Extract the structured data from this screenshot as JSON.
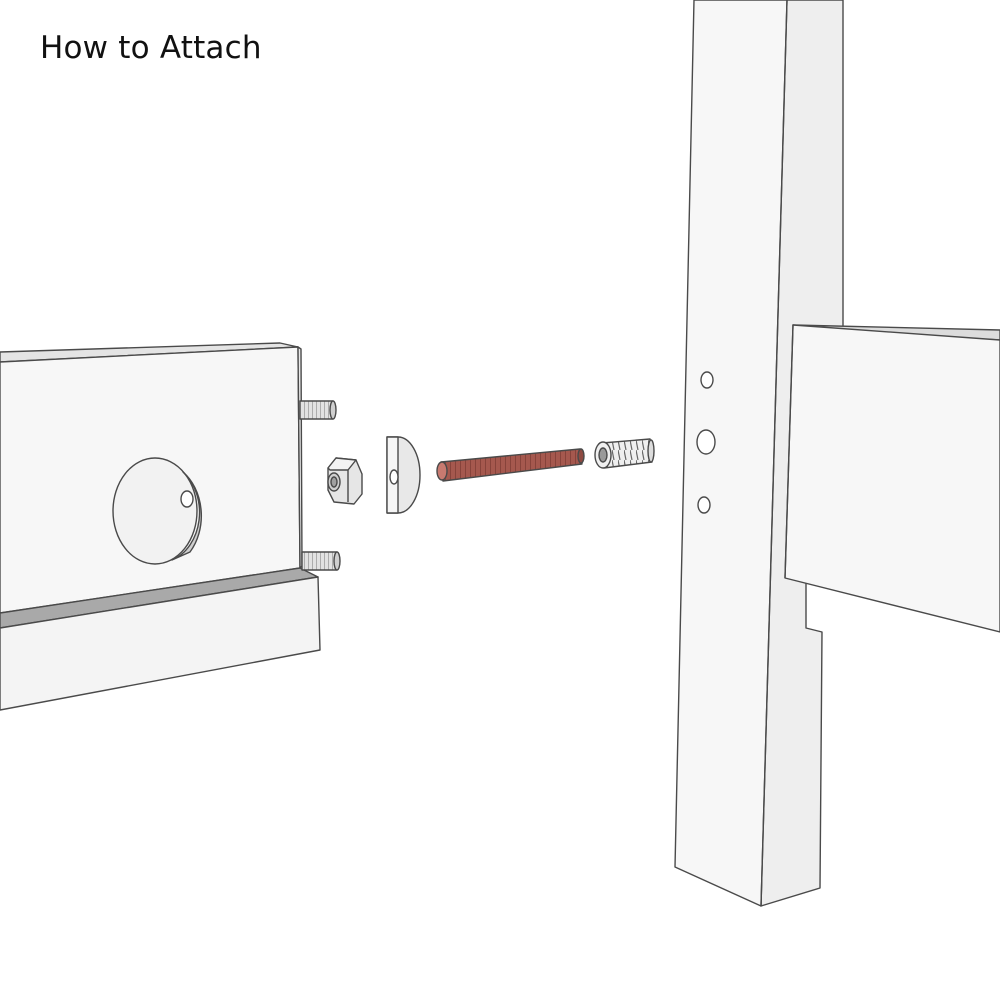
{
  "title": "How to Attach",
  "colors": {
    "background": "#ffffff",
    "panel_face": "#f7f7f7",
    "panel_side": "#ebebeb",
    "panel_dark": "#d9d9d9",
    "rail_shadow": "#a9a9a9",
    "edge": "#4a4a4a",
    "threaded_rod": "#a5584e",
    "hardware": "#e6e6e6"
  },
  "parts": {
    "bed_rail": "bed-rail",
    "hex_nut": "hex-nut",
    "half_round_washer": "half-round-washer",
    "threaded_rod": "threaded-rod",
    "threaded_insert": "threaded-insert",
    "bed_post": "bed-post",
    "headboard_panel": "headboard-panel"
  }
}
